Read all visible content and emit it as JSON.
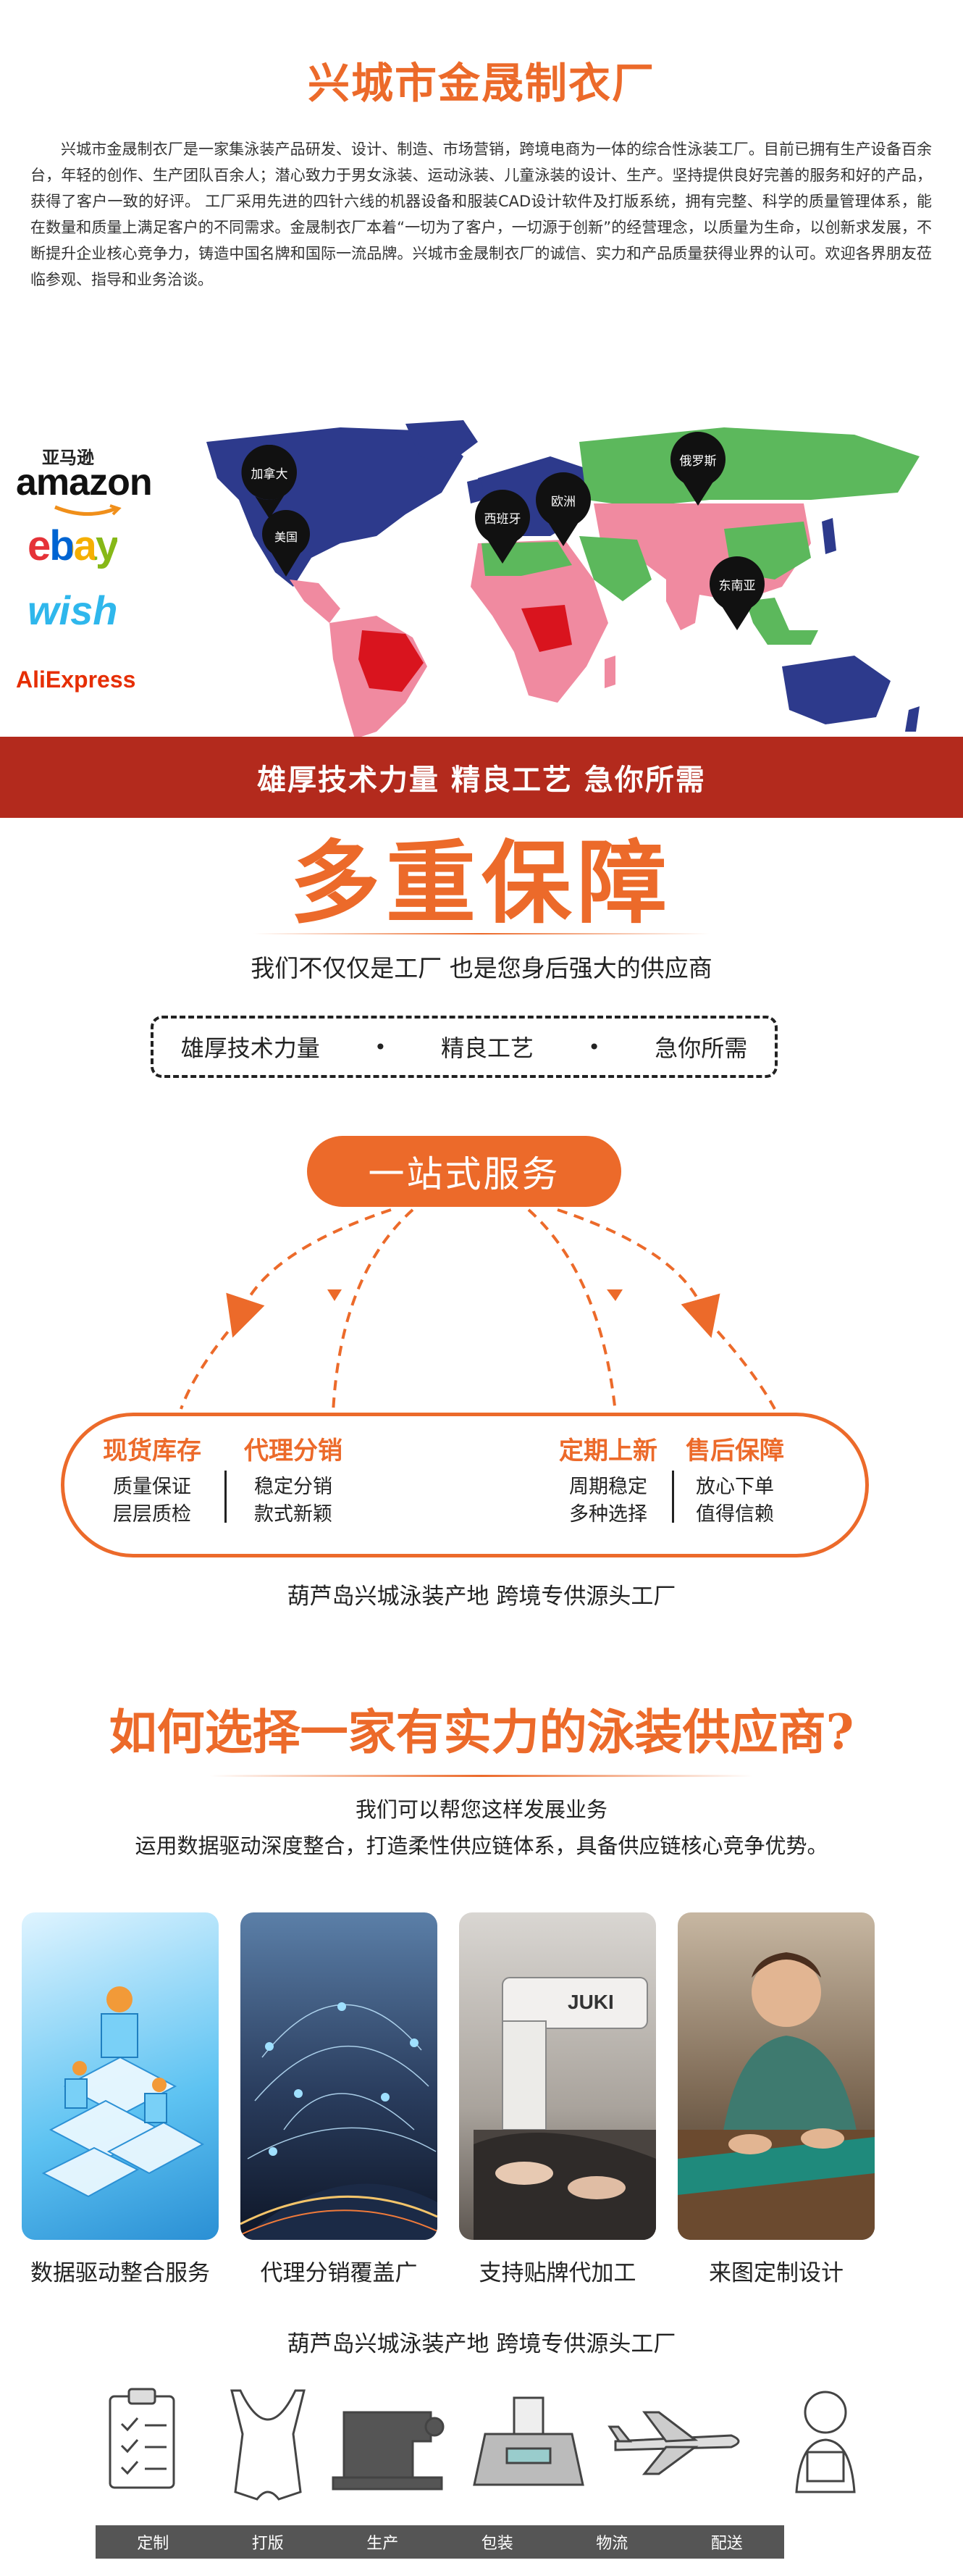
{
  "company": {
    "title": "兴城市金晟制衣厂",
    "intro": "兴城市金晟制衣厂是一家集泳装产品研发、设计、制造、市场营销，跨境电商为一体的综合性泳装工厂。目前已拥有生产设备百余台，年轻的创作、生产团队百余人；潜心致力于男女泳装、运动泳装、儿童泳装的设计、生产。坚持提供良好完善的服务和好的产品，获得了客户一致的好评。 工厂采用先进的四针六线的机器设备和服装CAD设计软件及打版系统，拥有完整、科学的质量管理体系，能在数量和质量上满足客户的不同需求。金晟制衣厂本着“一切为了客户，一切源于创新”的经营理念，以质量为生命，以创新求发展，不断提升企业核心竞争力，铸造中国名牌和国际一流品牌。兴城市金晟制衣厂的诚信、实力和产品质量获得业界的认可。欢迎各界朋友莅临参观、指导和业务洽谈。"
  },
  "platforms": {
    "amazon_cn": "亚马逊",
    "amazon": "amazon",
    "ebay": "ebay",
    "wish": "wish",
    "aliexpress": "AliExpress"
  },
  "map_pins": [
    "加拿大",
    "美国",
    "西班牙",
    "欧洲",
    "俄罗斯",
    "东南亚"
  ],
  "band": "雄厚技术力量 精良工艺 急你所需",
  "guarantee": {
    "title": "多重保障",
    "subtitle": "我们不仅仅是工厂 也是您身后强大的供应商",
    "items": [
      "雄厚技术力量",
      "精良工艺",
      "急你所需"
    ],
    "dot": "•"
  },
  "one_stop": {
    "title": "一站式服务",
    "services": [
      {
        "head": "现货库存",
        "lines": [
          "质量保证",
          "层层质检"
        ]
      },
      {
        "head": "代理分销",
        "lines": [
          "稳定分销",
          "款式新颖"
        ]
      },
      {
        "head": "定期上新",
        "lines": [
          "周期稳定",
          "多种选择"
        ]
      },
      {
        "head": "售后保障",
        "lines": [
          "放心下单",
          "值得信赖"
        ]
      }
    ],
    "footer": "葫芦岛兴城泳装产地 跨境专供源头工厂"
  },
  "choose": {
    "title": "如何选择一家有实力的泳装供应商?",
    "sub1": "我们可以帮您这样发展业务",
    "sub2": "运用数据驱动深度整合，打造柔性供应链体系，具备供应链核心竞争优势。",
    "cards": [
      "数据驱动整合服务",
      "代理分销覆盖广",
      "支持贴牌代加工",
      "来图定制设计"
    ],
    "machine_brand": "JUKI",
    "footer": "葫芦岛兴城泳装产地 跨境专供源头工厂"
  },
  "process": [
    "定制",
    "打版",
    "生产",
    "包装",
    "物流",
    "配送"
  ],
  "colors": {
    "accent": "#ec6a2a",
    "band": "#b32a1d",
    "map_blue": "#2d3a8c",
    "map_green": "#5cb85c",
    "map_pink": "#f08aa0",
    "map_red": "#d9141e"
  }
}
